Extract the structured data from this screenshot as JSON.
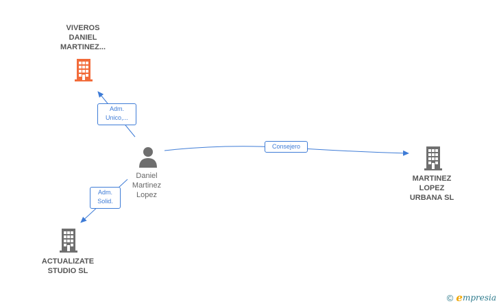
{
  "nodes": {
    "viveros": {
      "label": "VIVEROS\nDANIEL\nMARTINEZ...",
      "icon": "building-icon",
      "color": "#f26b3a"
    },
    "person": {
      "label": "Daniel\nMartinez\nLopez",
      "icon": "person-icon",
      "color": "#6f6f6f"
    },
    "martinez_lopez": {
      "label": "MARTINEZ\nLOPEZ\nURBANA  SL",
      "icon": "building-icon",
      "color": "#6f6f6f"
    },
    "actualizate": {
      "label": "ACTUALIZATE\nSTUDIO  SL",
      "icon": "building-icon",
      "color": "#6f6f6f"
    }
  },
  "edges": {
    "to_viveros": {
      "label": "Adm.\nUnico,..."
    },
    "to_martinez": {
      "label": "Consejero"
    },
    "to_actualizate": {
      "label": "Adm.\nSolid."
    }
  },
  "edge_color": "#3d7bd6",
  "brand": {
    "copyright": "©",
    "e": "e",
    "word": "mpresia"
  }
}
